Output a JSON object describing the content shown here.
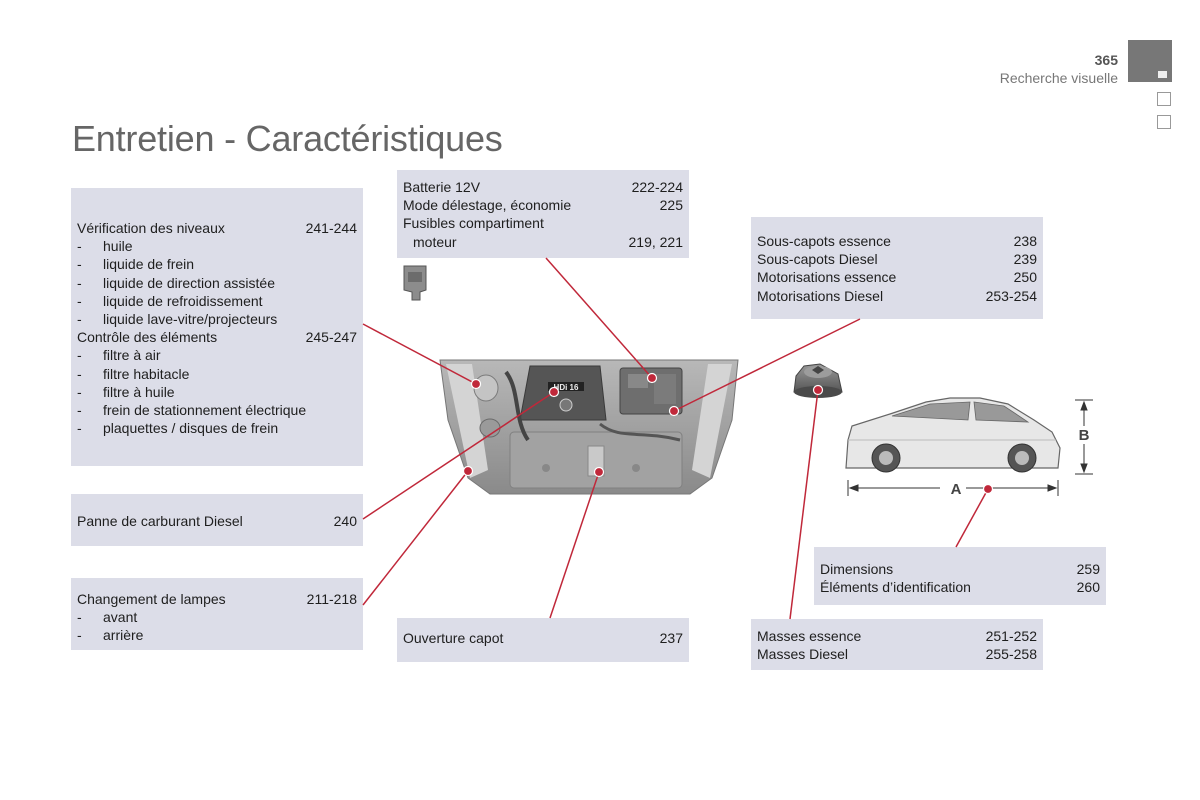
{
  "header": {
    "page_number": "365",
    "section": "Recherche visuelle"
  },
  "title": "Entretien - Caractéristiques",
  "box_levels": {
    "rows": [
      {
        "label": "Vérification des niveaux",
        "pages": "241-244"
      }
    ],
    "items_a": [
      "huile",
      "liquide de frein",
      "liquide de direction assistée",
      "liquide de refroidissement",
      "liquide lave-vitre/projecteurs"
    ],
    "row2": {
      "label": "Contrôle des éléments",
      "pages": "245-247"
    },
    "items_b": [
      "filtre à air",
      "filtre habitacle",
      "filtre à huile",
      "frein de stationnement électrique",
      "plaquettes / disques de frein"
    ]
  },
  "box_fuel": {
    "label": "Panne de carburant Diesel",
    "pages": "240"
  },
  "box_lamps": {
    "label": "Changement de lampes",
    "pages": "211-218",
    "items": [
      "avant",
      "arrière"
    ]
  },
  "box_battery": {
    "rows": [
      {
        "label": "Batterie 12V",
        "pages": "222-224"
      },
      {
        "label": "Mode délestage, économie",
        "pages": "225"
      }
    ],
    "fuse_line1": "Fusibles compartiment",
    "fuse_line2": "moteur",
    "fuse_pages": "219, 221"
  },
  "box_hood": {
    "label": "Ouverture capot",
    "pages": "237"
  },
  "box_engines": {
    "rows": [
      {
        "label": "Sous-capots essence",
        "pages": "238"
      },
      {
        "label": "Sous-capots Diesel",
        "pages": "239"
      },
      {
        "label": "Motorisations essence",
        "pages": "250"
      },
      {
        "label": "Motorisations Diesel",
        "pages": "253-254"
      }
    ]
  },
  "box_dimensions": {
    "rows": [
      {
        "label": "Dimensions",
        "pages": "259"
      },
      {
        "label": "Éléments d’identification",
        "pages": "260"
      }
    ]
  },
  "box_masses": {
    "rows": [
      {
        "label": "Masses essence",
        "pages": "251-252"
      },
      {
        "label": "Masses Diesel",
        "pages": "255-258"
      }
    ]
  },
  "engine_badge": "HDi 16",
  "dimension_labels": {
    "length": "A",
    "height": "B"
  },
  "colors": {
    "box_bg": "#dcdde8",
    "leader": "#c0283a",
    "title": "#666666"
  }
}
